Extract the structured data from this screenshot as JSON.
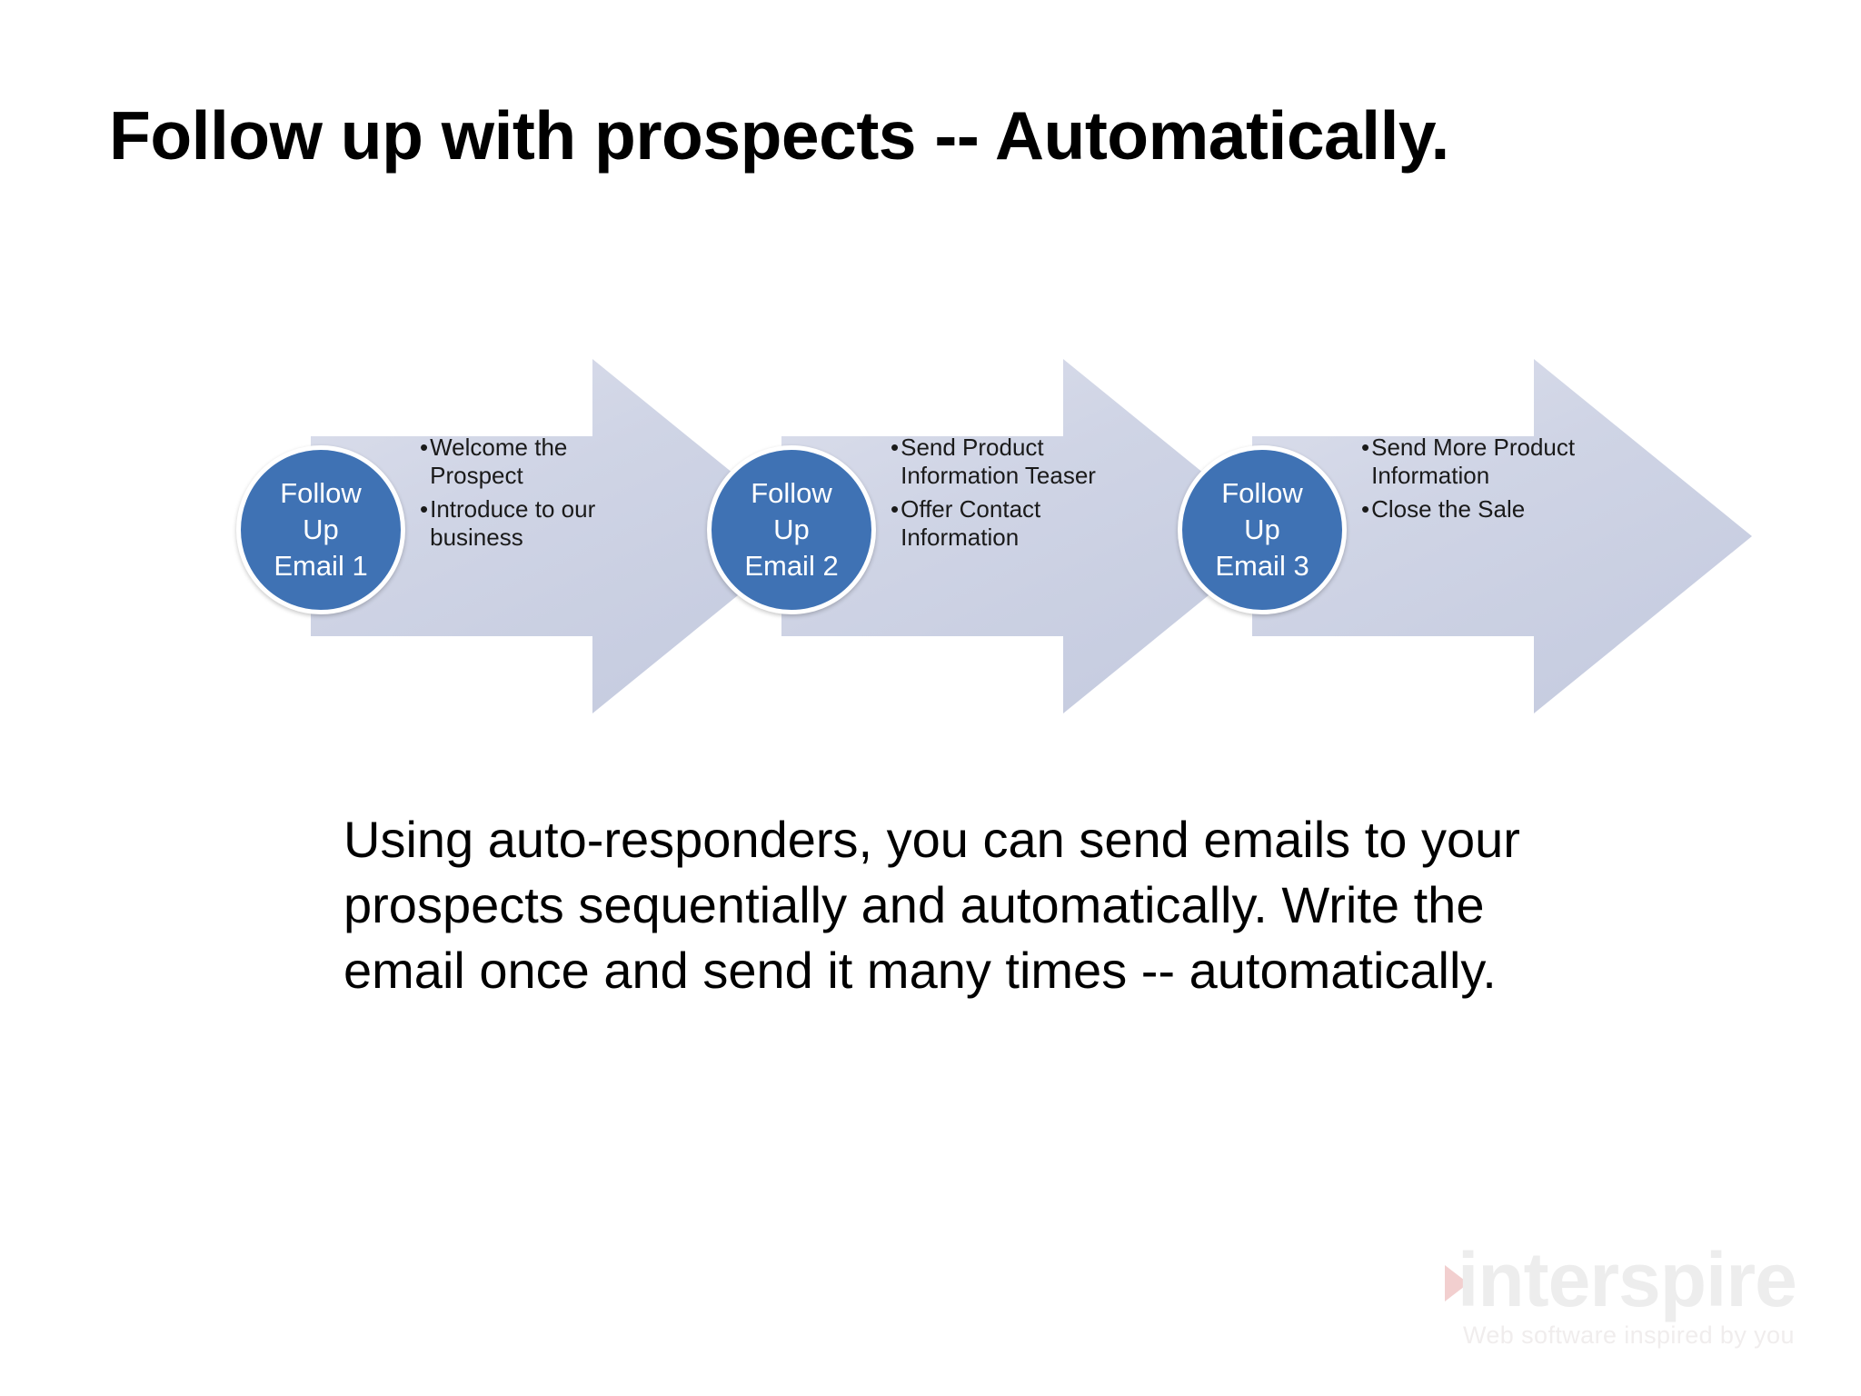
{
  "slide": {
    "title": "Follow up with prospects -- Automatically.",
    "body_text": "Using auto-responders, you can send emails to your prospects sequentially and automatically. Write the email once and send it many times -- automatically."
  },
  "diagram": {
    "arrow_fill": "#CFD4E5",
    "circle_fill": "#3F72B4",
    "stages": [
      {
        "circle_line_1": "Follow",
        "circle_line_2": "Up",
        "circle_line_3": "Email 1",
        "bullet_marker": "•",
        "bullets": [
          "Welcome the Prospect",
          "Introduce to our business"
        ]
      },
      {
        "circle_line_1": "Follow",
        "circle_line_2": "Up",
        "circle_line_3": "Email 2",
        "bullet_marker": "•",
        "bullets": [
          "Send Product Information Teaser",
          "Offer  Contact Information"
        ]
      },
      {
        "circle_line_1": "Follow",
        "circle_line_2": "Up",
        "circle_line_3": "Email 3",
        "bullet_marker": "•",
        "bullets": [
          "Send More Product Information",
          "Close the Sale"
        ]
      }
    ]
  },
  "logo": {
    "wordmark": "interspire",
    "tagline": "Web software inspired by you",
    "mark_color": "#F2CFCF",
    "word_color": "#EDEDED"
  }
}
